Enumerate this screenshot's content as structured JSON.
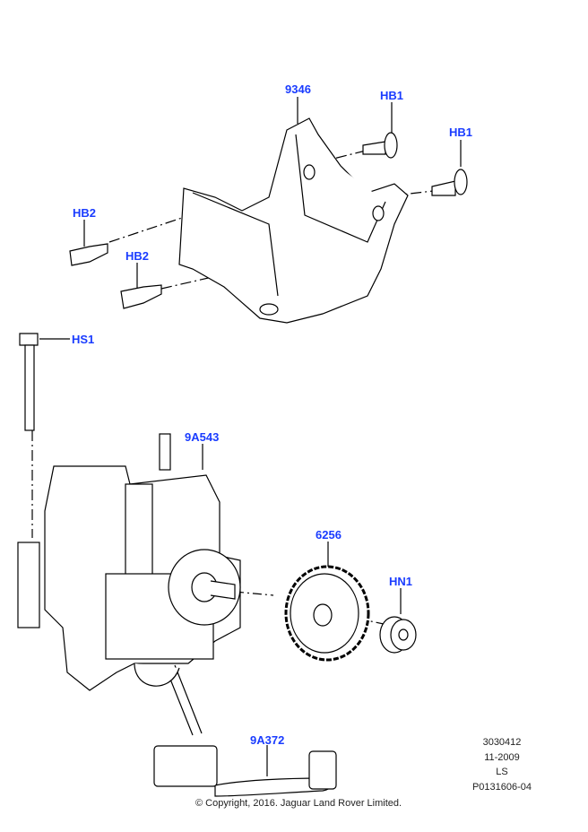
{
  "callouts": {
    "c9346": "9346",
    "hb1a": "HB1",
    "hb1b": "HB1",
    "hb2a": "HB2",
    "hb2b": "HB2",
    "hs1": "HS1",
    "c9a543": "9A543",
    "c6256": "6256",
    "hn1": "HN1",
    "c9a372": "9A372"
  },
  "meta": {
    "code": "3030412",
    "date": "11-2009",
    "initials": "LS",
    "ref": "P0131606-04"
  },
  "copyright": "© Copyright, 2016. Jaguar Land Rover Limited.",
  "colors": {
    "callout": "#1a3cff",
    "line": "#000000"
  }
}
